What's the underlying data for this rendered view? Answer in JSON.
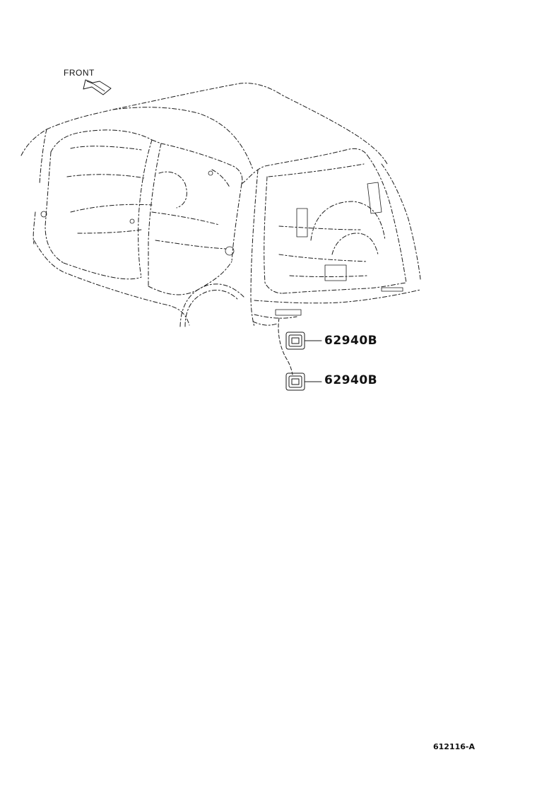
{
  "direction_label": "FRONT",
  "callouts": [
    {
      "part_number": "62940B",
      "icon": "trim-clip-icon"
    },
    {
      "part_number": "62940B",
      "icon": "trim-clip-icon"
    }
  ],
  "diagram_id": "612116-A",
  "line_color": "#1a1a1a"
}
